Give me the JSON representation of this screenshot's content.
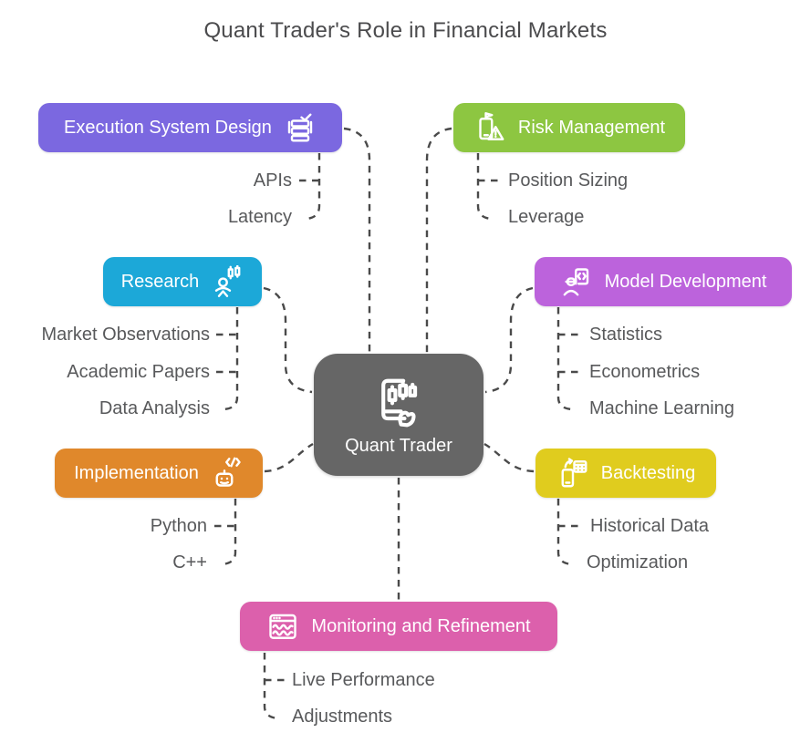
{
  "title": "Quant Trader's Role in Financial Markets",
  "center": {
    "label": "Quant Trader",
    "icon": "trading-tablet-icon",
    "color": "#666666"
  },
  "branches": [
    {
      "label": "Execution System Design",
      "icon": "database-check-icon",
      "color": "#7b68e0",
      "icon_side": "right",
      "children": [
        "APIs",
        "Latency"
      ]
    },
    {
      "label": "Risk Management",
      "icon": "phone-warning-icon",
      "color": "#8dc641",
      "icon_side": "left",
      "children": [
        "Position Sizing",
        "Leverage"
      ]
    },
    {
      "label": "Research",
      "icon": "analyst-chart-icon",
      "color": "#1ca8d8",
      "icon_side": "right",
      "children": [
        "Market Observations",
        "Academic Papers",
        "Data Analysis"
      ]
    },
    {
      "label": "Model Development",
      "icon": "engineer-code-icon",
      "color": "#bc63dc",
      "icon_side": "left",
      "children": [
        "Statistics",
        "Econometrics",
        "Machine Learning"
      ]
    },
    {
      "label": "Implementation",
      "icon": "robot-code-icon",
      "color": "#e0882b",
      "icon_side": "right",
      "children": [
        "Python",
        "C++"
      ]
    },
    {
      "label": "Backtesting",
      "icon": "phone-calculator-icon",
      "color": "#e0cc1e",
      "icon_side": "left",
      "children": [
        "Historical Data",
        "Optimization"
      ]
    },
    {
      "label": "Monitoring and Refinement",
      "icon": "monitor-chart-icon",
      "color": "#dc60ac",
      "icon_side": "left",
      "children": [
        "Live Performance",
        "Adjustments"
      ]
    }
  ],
  "colors": {
    "background": "#ffffff",
    "connector": "#4a4a4a",
    "title_text": "#4b4b4d",
    "subtopic_text": "#58595b",
    "node_text": "#ffffff"
  }
}
